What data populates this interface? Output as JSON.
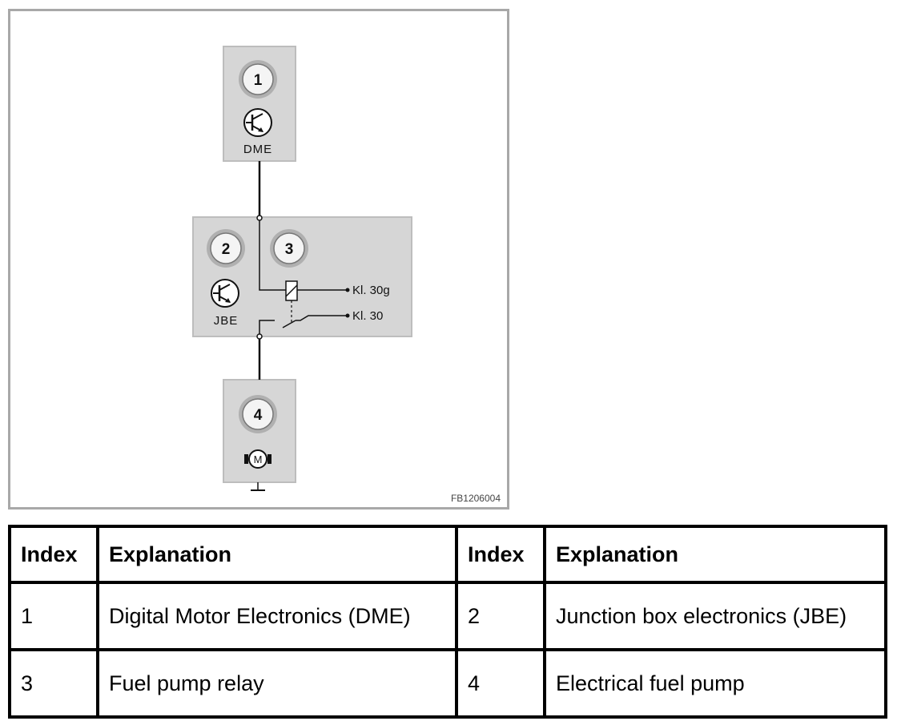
{
  "diagram": {
    "components": [
      {
        "index": "1",
        "label": "DME"
      },
      {
        "index": "2",
        "label": "JBE"
      },
      {
        "index": "3",
        "label": ""
      },
      {
        "index": "4",
        "label": ""
      }
    ],
    "motor_symbol": "M",
    "terminals": [
      "Kl. 30g",
      "Kl. 30"
    ],
    "figure_code": "FB1206004"
  },
  "table": {
    "headers": [
      "Index",
      "Explanation",
      "Index",
      "Explanation"
    ],
    "rows": [
      [
        "1",
        "Digital Motor Electronics (DME)",
        "2",
        "Junction box electronics (JBE)"
      ],
      [
        "3",
        "Fuel pump relay",
        "4",
        "Electrical fuel pump"
      ]
    ]
  }
}
